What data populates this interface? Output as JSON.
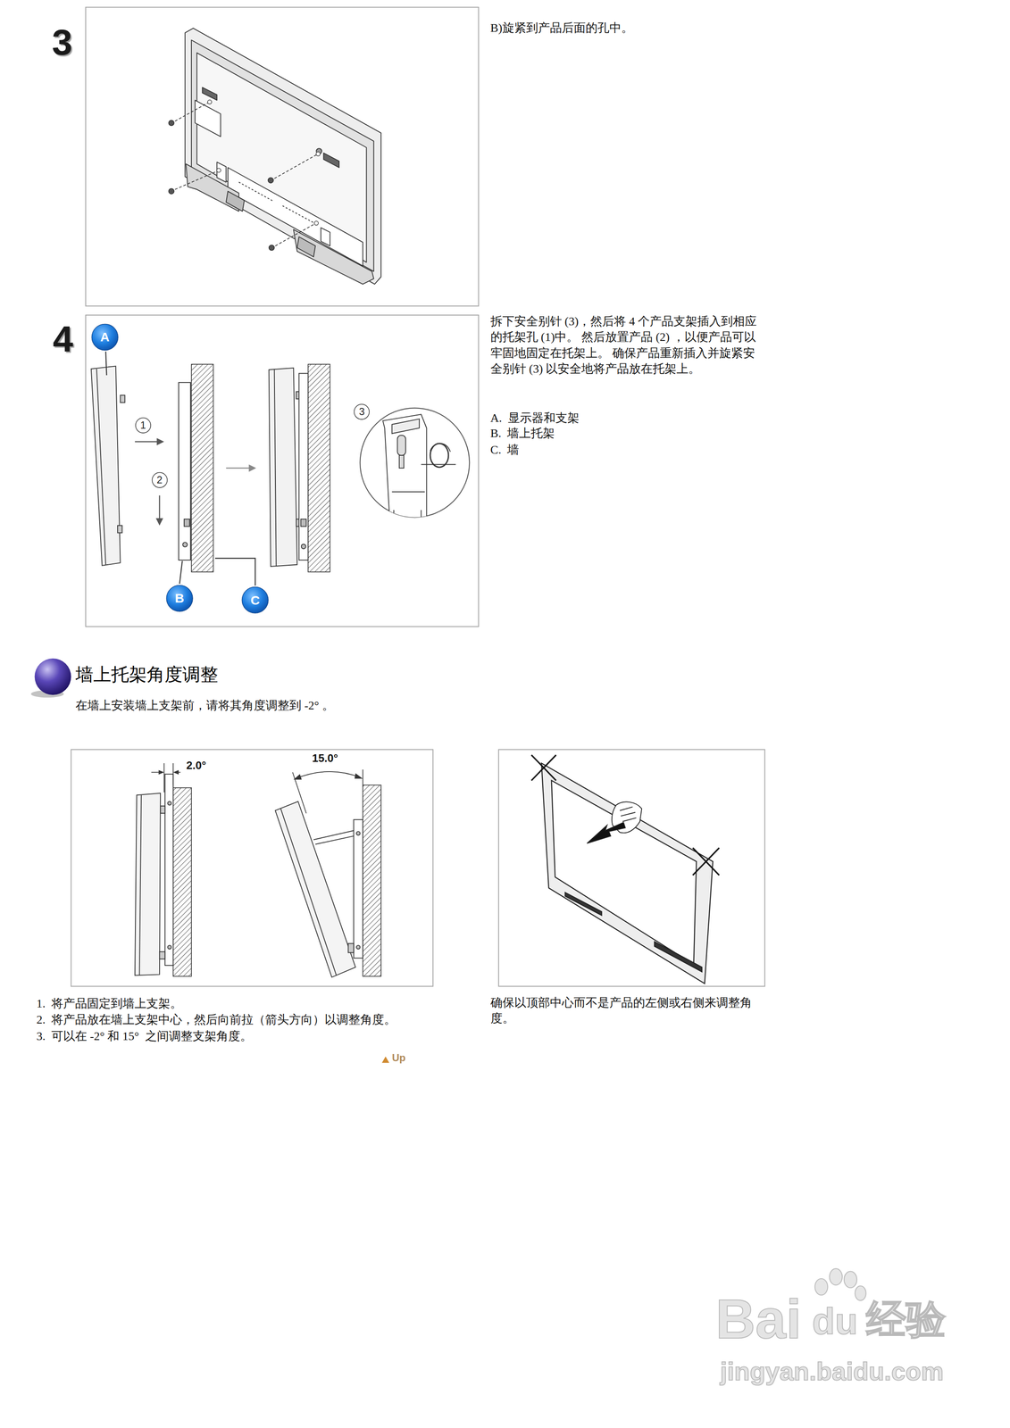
{
  "diagram": {
    "title": "墙上托架角度调整",
    "nodes": [
      {
        "text": [
          "A"
        ]
      },
      {
        "text": [
          "1"
        ]
      },
      {
        "text": [
          "2"
        ]
      },
      {
        "text": [
          "3"
        ]
      },
      {
        "text": [
          "B"
        ]
      },
      {
        "text": [
          "C"
        ]
      }
    ],
    "labels": [
      "3",
      "B)旋紧到产品后面的孔中。",
      "4",
      "拆下安全别针 (3)，然后将 4 个产品支架插入到相应的托架孔 (1)中。 然后放置产品 (2) ，以便产品可以牢固地固定在托架上。 确保产品重新插入并旋紧安全别针 (3) 以安全地将产品放在托架上。",
      "A.  显示器和支架",
      "B.  墙上托架",
      "C.  墙",
      "在墙上安装墙上支架前，请将其角度调整到 -2° 。",
      "2.0°",
      "15.0°",
      "1.  将产品固定到墙上支架。",
      "2.  将产品放在墙上支架中心，然后向前拉（箭头方向）以调整角度。",
      "3.  可以在 -2° 和 15°  之间调整支架角度。",
      "确保以顶部中心而不是产品的左侧或右侧来调整角度。",
      "Up",
      "Bai",
      "du",
      "经验",
      "jingyan.baidu.com"
    ]
  }
}
